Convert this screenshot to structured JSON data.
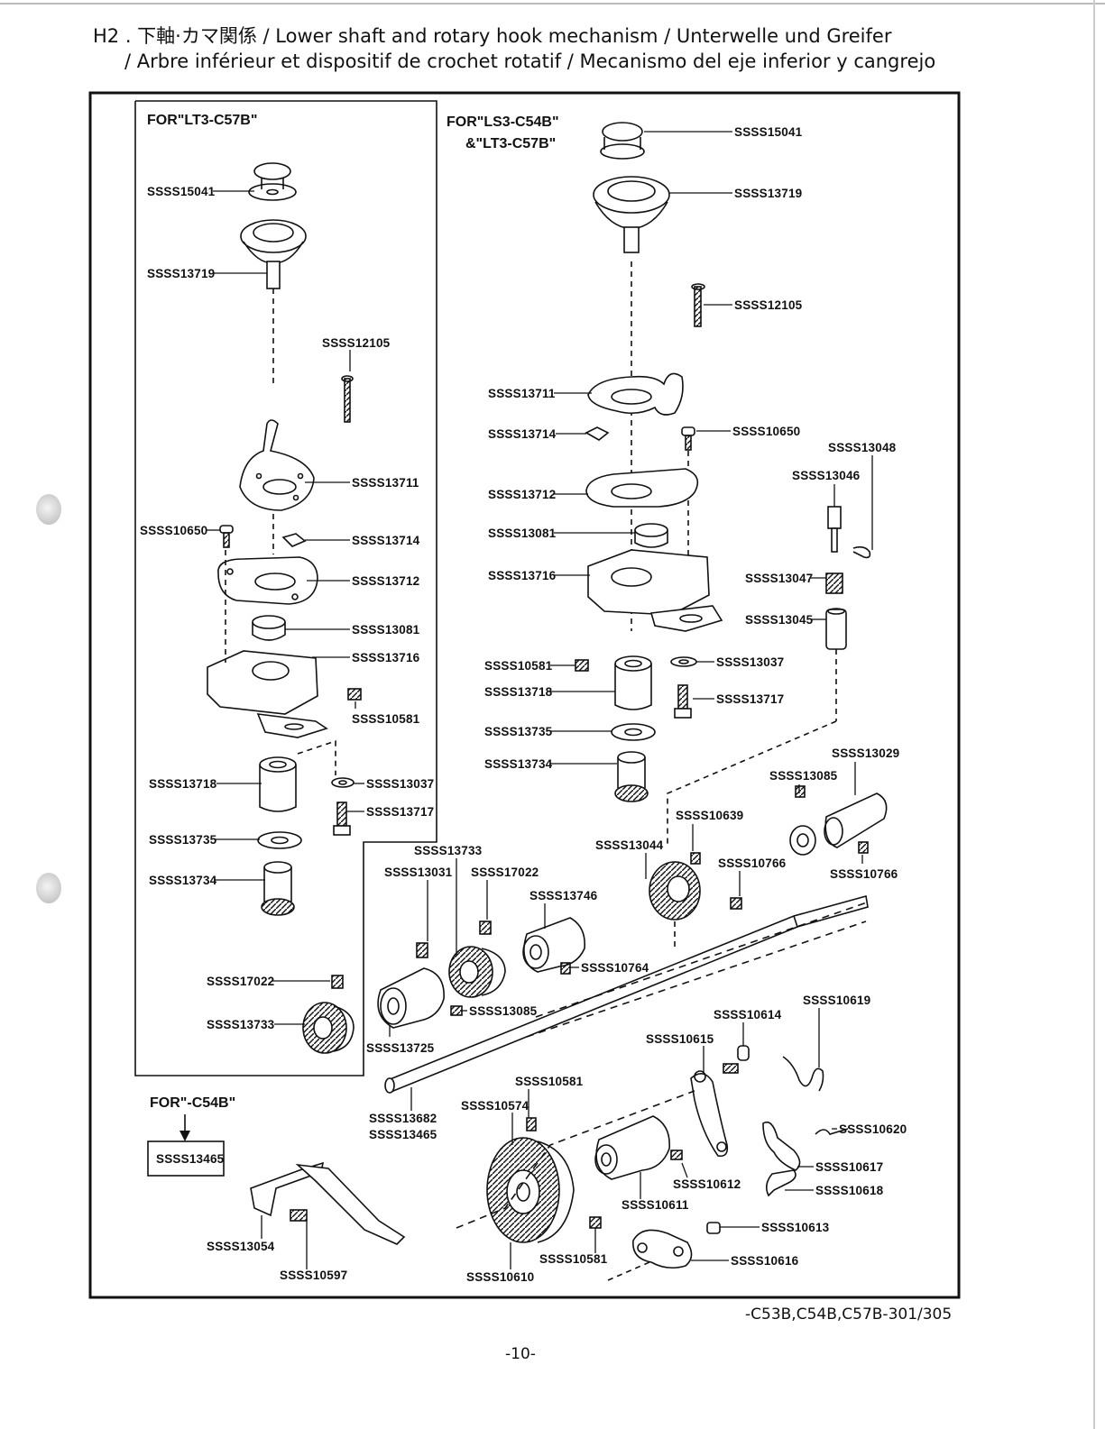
{
  "header": {
    "line1": "H2 . 下軸·カマ関係 / Lower shaft and rotary hook  mechanism / Unterwelle und Greifer",
    "line2": "/ Arbre inférieur et dispositif de crochet rotatif / Mecanismo del eje inferior y cangrejo"
  },
  "groups": {
    "lt3": "FOR\"LT3-C57B\"",
    "ls3_line1": "FOR\"LS3-C54B\"",
    "ls3_line2": "&\"LT3-C57B\"",
    "c54": "FOR\"-C54B\""
  },
  "boxed_part": "SSSS13465",
  "labels": {
    "l_15041": "SSSS15041",
    "l_13719": "SSSS13719",
    "l_12105": "SSSS12105",
    "l_13711": "SSSS13711",
    "l_10650": "SSSS10650",
    "l_13714": "SSSS13714",
    "l_13712": "SSSS13712",
    "l_13081": "SSSS13081",
    "l_13716": "SSSS13716",
    "l_10581": "SSSS10581",
    "l_13718": "SSSS13718",
    "l_13037": "SSSS13037",
    "l_13717": "SSSS13717",
    "l_13735": "SSSS13735",
    "l_13734": "SSSS13734",
    "l_17022": "SSSS17022",
    "l_13733": "SSSS13733",
    "r_15041": "SSSS15041",
    "r_13719": "SSSS13719",
    "r_12105": "SSSS12105",
    "r_13711": "SSSS13711",
    "r_13714": "SSSS13714",
    "r_10650": "SSSS10650",
    "r_13048": "SSSS13048",
    "r_13046": "SSSS13046",
    "r_13712": "SSSS13712",
    "r_13081": "SSSS13081",
    "r_13716": "SSSS13716",
    "r_13047": "SSSS13047",
    "r_13045": "SSSS13045",
    "r_10581": "SSSS10581",
    "r_13037": "SSSS13037",
    "r_13718": "SSSS13718",
    "r_13717": "SSSS13717",
    "r_13735": "SSSS13735",
    "r_13734": "SSSS13734",
    "r_13029": "SSSS13029",
    "r_13085a": "SSSS13085",
    "r_10639": "SSSS10639",
    "r_13733": "SSSS13733",
    "r_13044": "SSSS13044",
    "r_10766a": "SSSS10766",
    "r_10766b": "SSSS10766",
    "r_13031": "SSSS13031",
    "r_17022": "SSSS17022",
    "r_13746": "SSSS13746",
    "r_10764": "SSSS10764",
    "r_13085b": "SSSS13085",
    "r_13725": "SSSS13725",
    "r_10619": "SSSS10619",
    "r_10614": "SSSS10614",
    "r_10615": "SSSS10615",
    "r_10581b": "SSSS10581",
    "r_10574": "SSSS10574",
    "r_13682": "SSSS13682",
    "r_13465": "SSSS13465",
    "r_10620": "SSSS10620",
    "r_10617": "SSSS10617",
    "r_10618": "SSSS10618",
    "r_10612": "SSSS10612",
    "r_10611": "SSSS10611",
    "r_10613": "SSSS10613",
    "r_10616": "SSSS10616",
    "r_13054": "SSSS13054",
    "r_10597": "SSSS10597",
    "r_10581c": "SSSS10581",
    "r_10610": "SSSS10610"
  },
  "footer": {
    "models": "-C53B,C54B,C57B-301/305",
    "page": "-10-"
  }
}
